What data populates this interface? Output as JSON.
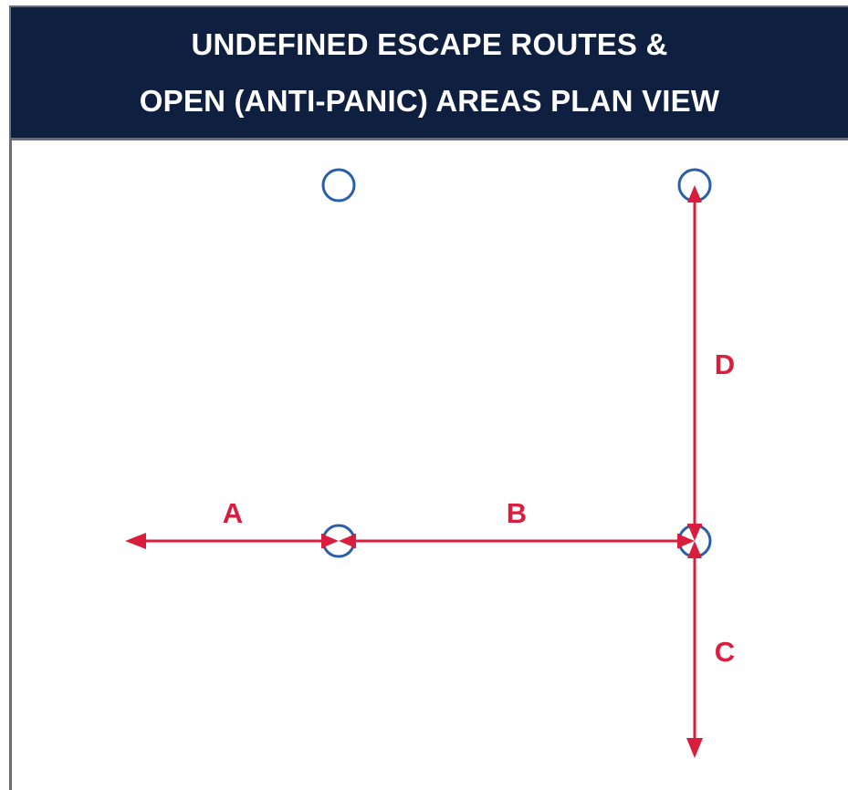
{
  "title": {
    "line1": "UNDEFINED ESCAPE ROUTES &",
    "line2": "OPEN (ANTI-PANIC) AREAS PLAN VIEW"
  },
  "routes": {
    "a": "A",
    "b": "B",
    "c": "C",
    "d": "D"
  },
  "colors": {
    "header_bg": "#0e1f40",
    "header_text": "#ffffff",
    "route": "#d81e3c",
    "node": "#2a5ea8",
    "border": "#6b6f75"
  }
}
